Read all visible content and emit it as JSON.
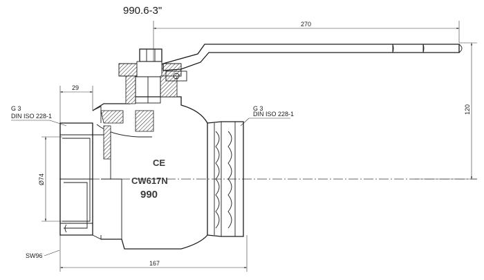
{
  "title": "990.6-3\"",
  "dimensions": {
    "handle_length": "270",
    "overall_height": "120",
    "hex_width": "29",
    "overall_length": "167",
    "bore_diameter": "Ø74",
    "wrench_size": "SW96"
  },
  "thread_callout_left": {
    "size": "G 3",
    "standard": "DIN ISO 228-1"
  },
  "thread_callout_right": {
    "size": "G 3",
    "standard": "DIN ISO 228-1"
  },
  "body_markings": {
    "ce_mark": "CE",
    "material": "CW617N",
    "model": "990"
  }
}
